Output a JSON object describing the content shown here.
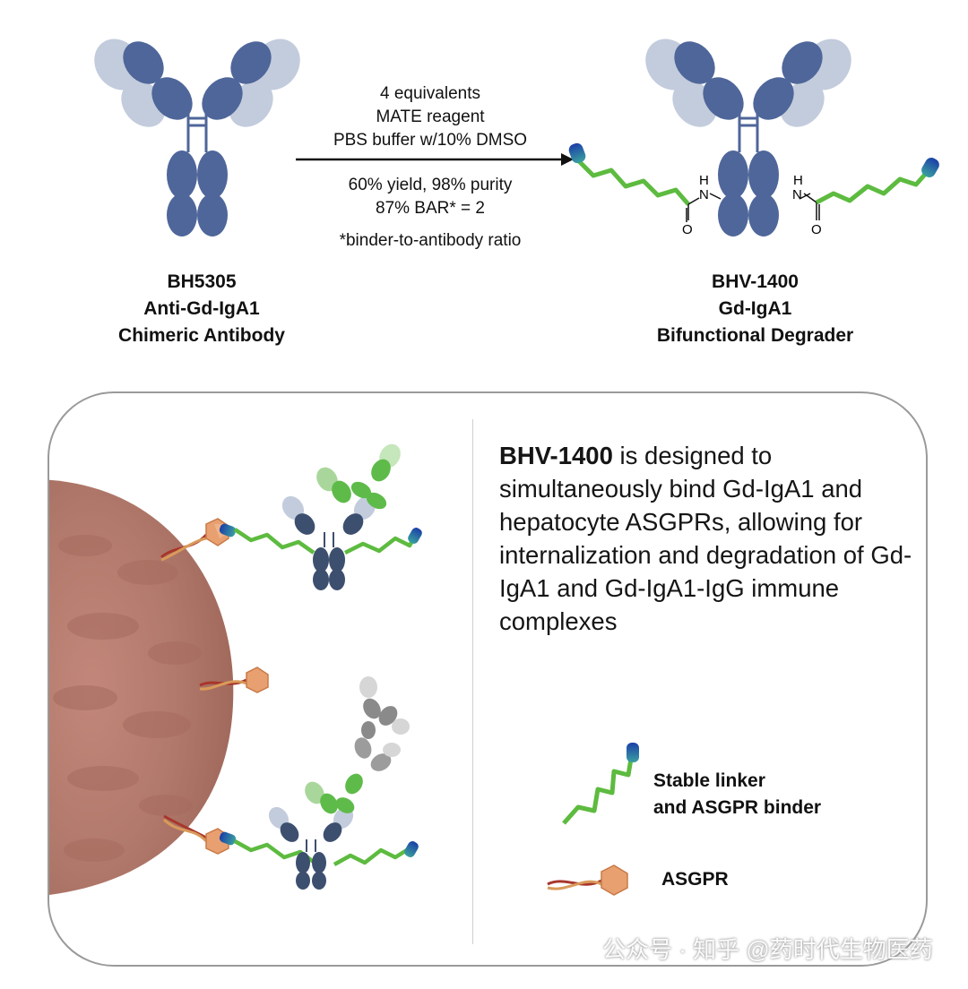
{
  "reaction": {
    "conditions": [
      "4 equivalents",
      "MATE reagent",
      "PBS buffer w/10% DMSO"
    ],
    "results": [
      "60% yield, 98% purity",
      "87% BAR* = 2"
    ],
    "footnote": "*binder-to-antibody ratio"
  },
  "left_label": [
    "BH5305",
    "Anti-Gd-IgA1",
    "Chimeric Antibody"
  ],
  "right_label": [
    "BHV-1400",
    "Gd-IgA1",
    "Bifunctional Degrader"
  ],
  "chem": {
    "nh": "H",
    "n": "N",
    "o": "O"
  },
  "description": {
    "bold": "BHV-1400",
    "rest": " is designed to simultaneously bind Gd-IgA1 and hepatocyte ASGPRs, allowing for internalization and degradation of Gd-IgA1 and Gd-IgA1-IgG immune complexes"
  },
  "legend": {
    "linker_label": [
      "Stable linker",
      "and ASGPR binder"
    ],
    "asgpr_label": "ASGPR"
  },
  "watermark": "公众号 · 知乎 @药时代生物医药"
}
